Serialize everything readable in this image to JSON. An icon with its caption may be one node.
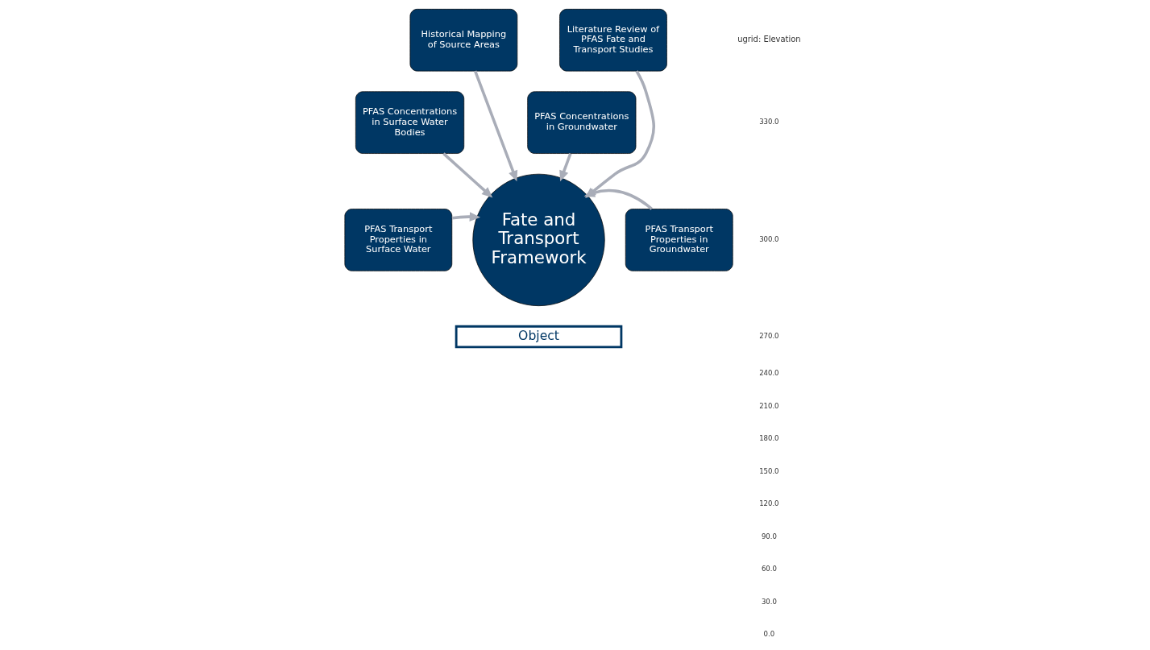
{
  "diagram": {
    "nodes": [
      {
        "text": [
          "Historical Mapping of Source Areas"
        ]
      },
      {
        "text": [
          "Literature Review of PFAS Fate and Transport Studies"
        ]
      },
      {
        "text": [
          "PFAS Concentrations in Surface Water Bodies"
        ]
      },
      {
        "text": [
          "PFAS Concentrations in Groundwater"
        ]
      },
      {
        "text": [
          "PFAS Transport Properties in Surface Water"
        ]
      },
      {
        "text": [
          "Fate and Transport Framework"
        ]
      },
      {
        "text": [
          "PFAS Transport Properties in Groundwater"
        ]
      },
      {
        "text": [
          "Object"
        ]
      }
    ],
    "edges": [
      {
        "from": 0,
        "to": 5,
        "arrow": "to"
      },
      {
        "from": 1,
        "to": 5,
        "arrow": "to"
      },
      {
        "from": 2,
        "to": 5,
        "arrow": "to"
      },
      {
        "from": 3,
        "to": 5,
        "arrow": "to"
      },
      {
        "from": 4,
        "to": 5,
        "arrow": "to"
      },
      {
        "from": 6,
        "to": 5,
        "arrow": "to"
      }
    ],
    "labels": [
      "ugrid: Elevation",
      "330.0",
      "300.0",
      "270.0",
      "240.0",
      "210.0",
      "180.0",
      "150.0",
      "120.0",
      "90.0",
      "60.0",
      "30.0",
      "0.0"
    ]
  }
}
